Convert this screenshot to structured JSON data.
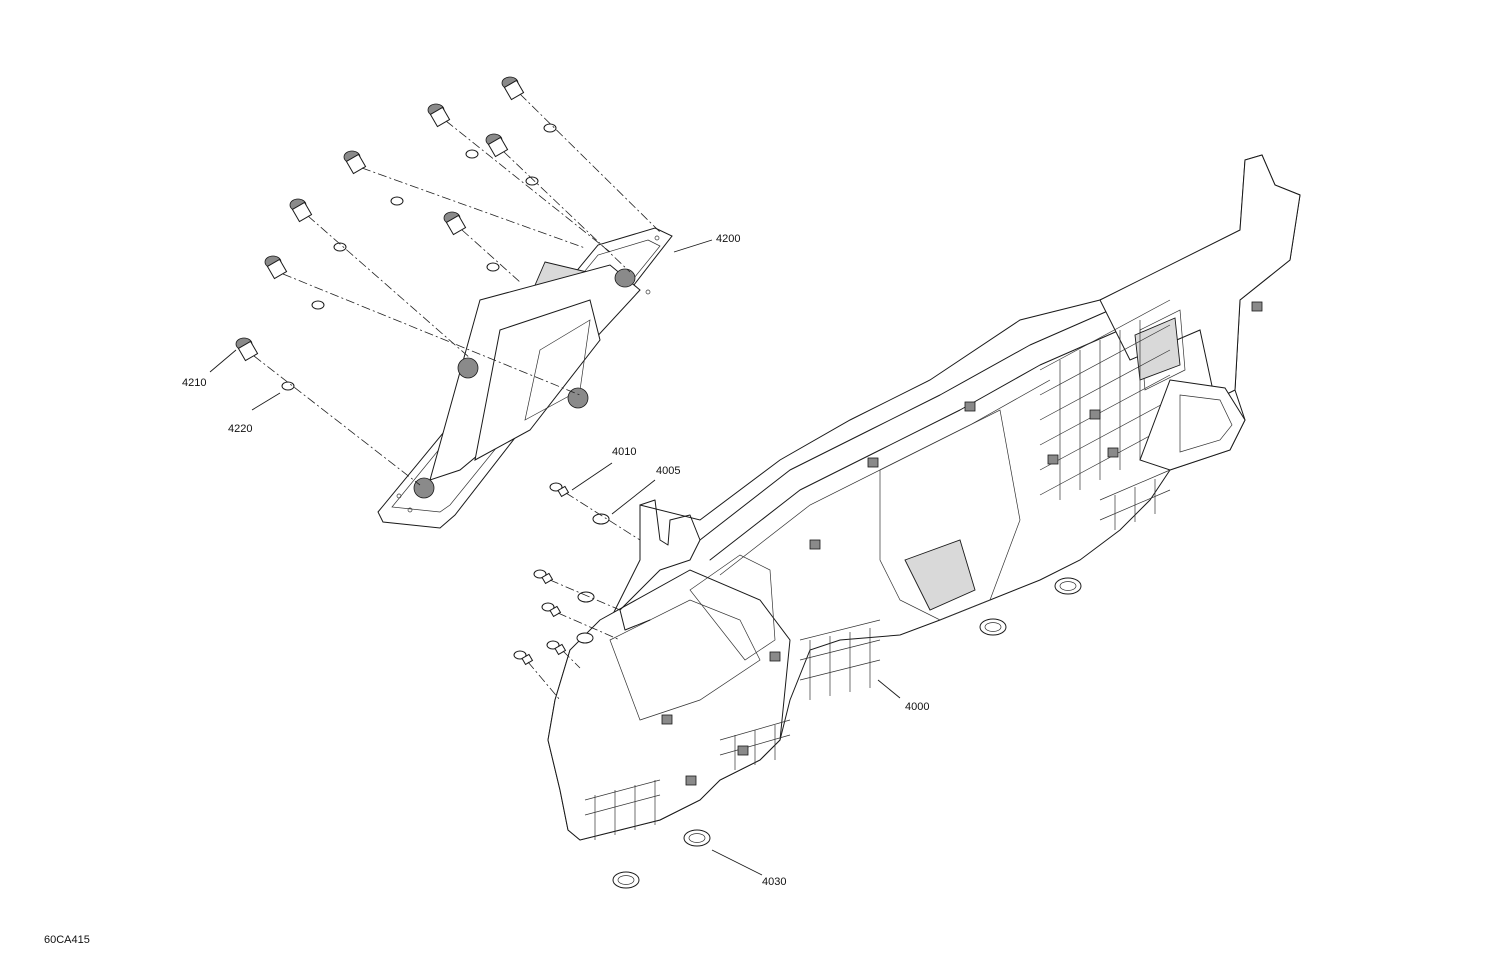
{
  "diagram": {
    "figure_code": "60CA415",
    "callouts": [
      {
        "id": "4200",
        "text": "4200"
      },
      {
        "id": "4210",
        "text": "4210"
      },
      {
        "id": "4220",
        "text": "4220"
      },
      {
        "id": "4010",
        "text": "4010"
      },
      {
        "id": "4005",
        "text": "4005"
      },
      {
        "id": "4000",
        "text": "4000"
      },
      {
        "id": "4030",
        "text": "4030"
      }
    ]
  }
}
